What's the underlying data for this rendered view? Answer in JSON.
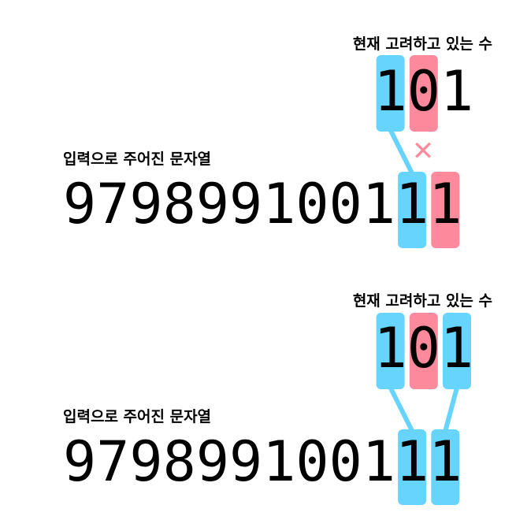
{
  "colors": {
    "match": "#66d4fc",
    "mismatch": "#fd8a9c",
    "text": "#000000",
    "background": "#ffffff"
  },
  "panels": [
    {
      "current_label": "현재 고려하고 있는 수",
      "current_digits": [
        "1",
        "0",
        "1"
      ],
      "current_highlights": [
        "match",
        "mismatch",
        "none"
      ],
      "input_label": "입력으로 주어진 문자열",
      "input_digits": [
        "9",
        "7",
        "9",
        "8",
        "9",
        "9",
        "1",
        "0",
        "0",
        "1",
        "1",
        "1"
      ],
      "input_highlights": [
        "none",
        "none",
        "none",
        "none",
        "none",
        "none",
        "none",
        "none",
        "none",
        "none",
        "match",
        "mismatch"
      ],
      "connectors": [
        {
          "from_current": 0,
          "to_input": 10,
          "kind": "match"
        }
      ],
      "mismatch_mark": "✕"
    },
    {
      "current_label": "현재 고려하고 있는 수",
      "current_digits": [
        "1",
        "0",
        "1"
      ],
      "current_highlights": [
        "match",
        "mismatch",
        "match"
      ],
      "input_label": "입력으로 주어진 문자열",
      "input_digits": [
        "9",
        "7",
        "9",
        "8",
        "9",
        "9",
        "1",
        "0",
        "0",
        "1",
        "1",
        "1"
      ],
      "input_highlights": [
        "none",
        "none",
        "none",
        "none",
        "none",
        "none",
        "none",
        "none",
        "none",
        "none",
        "match",
        "match"
      ],
      "connectors": [
        {
          "from_current": 0,
          "to_input": 10,
          "kind": "match"
        },
        {
          "from_current": 2,
          "to_input": 11,
          "kind": "match"
        }
      ],
      "mismatch_mark": ""
    }
  ]
}
